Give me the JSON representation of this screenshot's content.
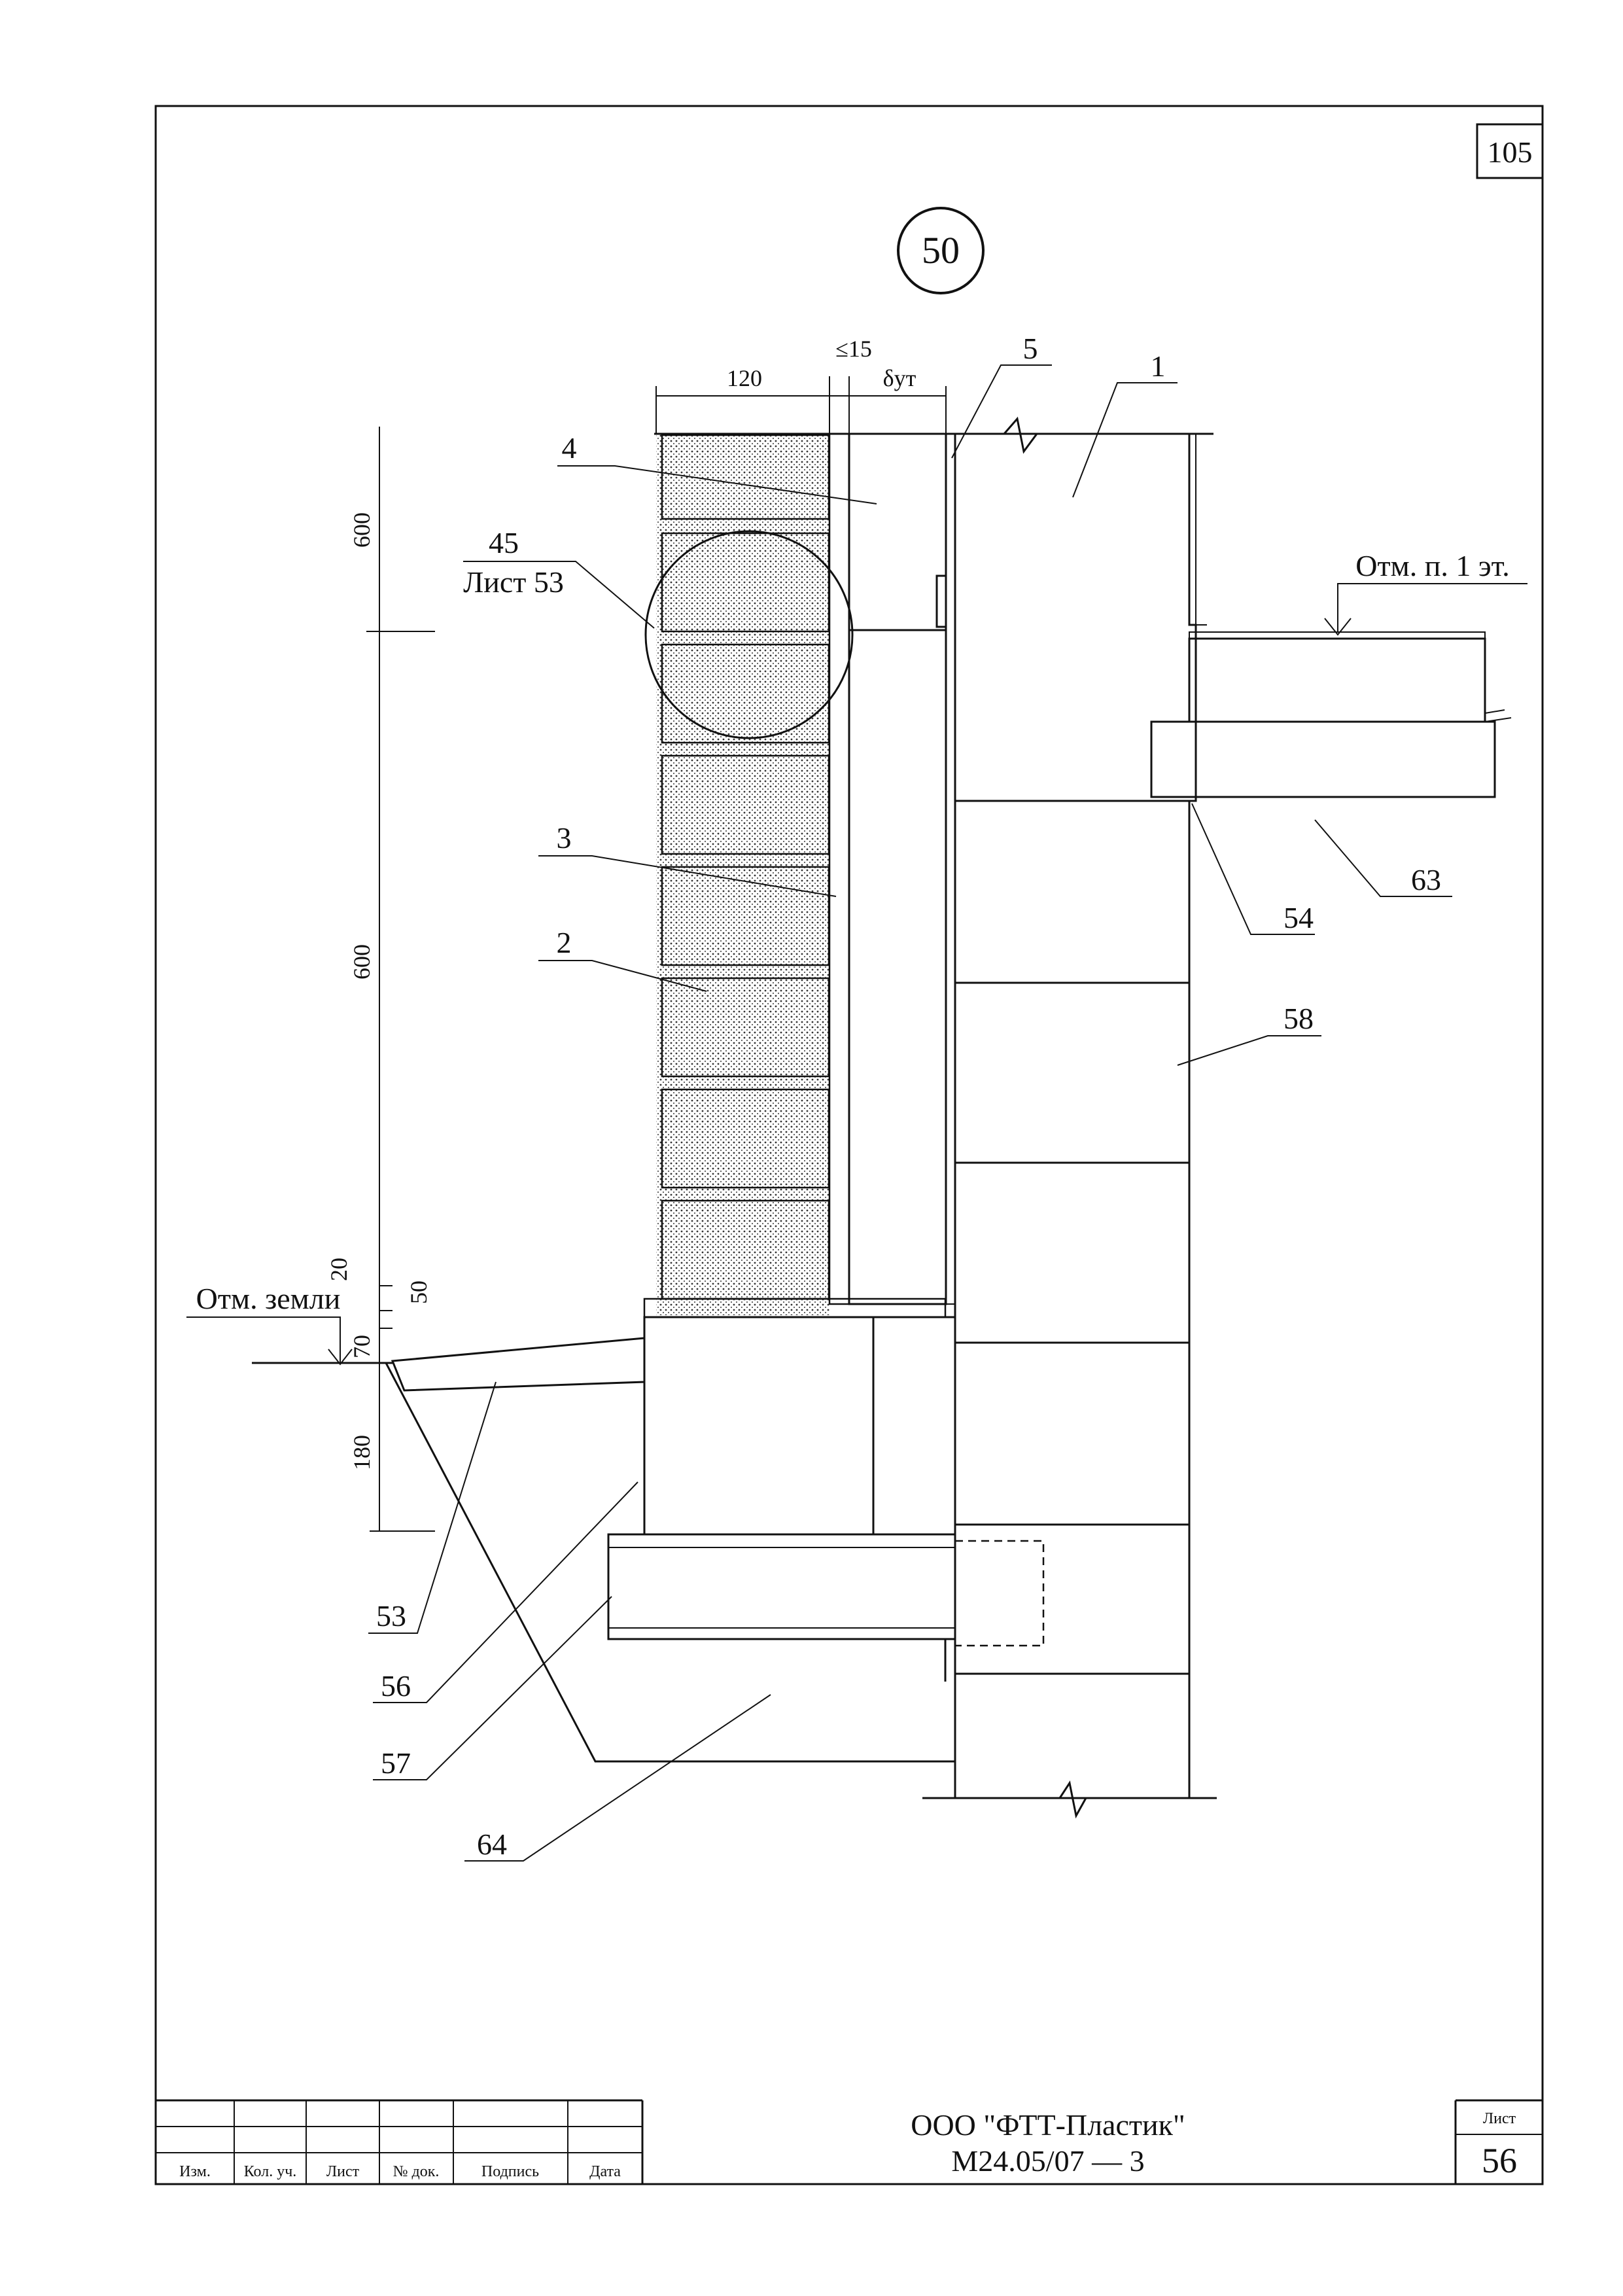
{
  "sheet": {
    "corner_number": "105",
    "detail_number": "50",
    "company": "ООО \"ФТТ-Пластик\"",
    "document_code": "М24.05/07 — 3",
    "sheet_label": "Лист",
    "sheet_number": "56"
  },
  "title_block_headers": [
    "Изм.",
    "Кол. уч.",
    "Лист",
    "№ док.",
    "Подпись",
    "Дата"
  ],
  "callouts": {
    "c1": "1",
    "c2": "2",
    "c3": "3",
    "c4": "4",
    "c5": "5",
    "c45": "45",
    "c45_ref": "Лист 53",
    "c53": "53",
    "c54": "54",
    "c56": "56",
    "c57": "57",
    "c58": "58",
    "c63": "63",
    "c64": "64"
  },
  "levels": {
    "floor": "Отм. п. 1 эт.",
    "ground": "Отм. земли"
  },
  "dimensions": {
    "d120": "120",
    "d15": "≤15",
    "d_ins": "δут",
    "v600a": "600",
    "v600b": "600",
    "v20": "20",
    "v50": "50",
    "v70": "70",
    "v180": "180"
  },
  "colors": {
    "ink": "#111111",
    "paper": "#ffffff",
    "mortar": "#d9d9d9"
  }
}
